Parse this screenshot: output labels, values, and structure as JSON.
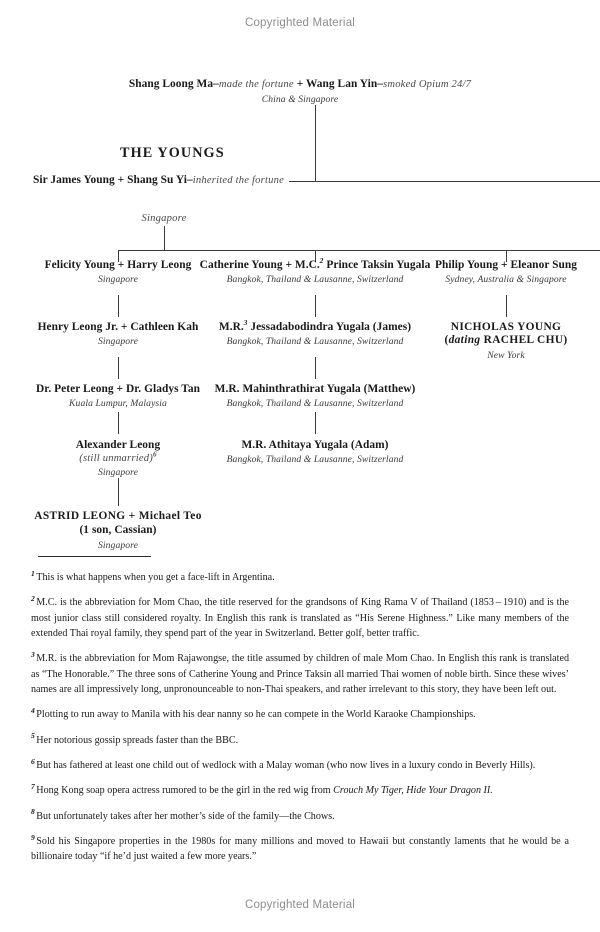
{
  "watermark": {
    "top": "Copyrighted Material",
    "bottom": "Copyrighted Material"
  },
  "chart_title": "THE YOUNGS",
  "tree": {
    "generation_0": {
      "names_part1": "Shang Loong Ma–",
      "names_script1": "made the fortune",
      "names_part2": " + Wang Lan Yin–",
      "names_script2": "smoked Opium 24/7",
      "location": "China & Singapore"
    },
    "generation_1": {
      "names_part1": "Sir James Young + Shang Su Yi–",
      "names_script1": "inherited the fortune",
      "location_label": "Singapore"
    },
    "generation_2": [
      {
        "name": "Felicity Young + Harry Leong",
        "location": "Singapore"
      },
      {
        "name_pre": "Catherine Young + M.C.",
        "footnote": "2",
        "name_post": " Prince Taksin Yugala",
        "location": "Bangkok, Thailand & Lausanne, Switzerland"
      },
      {
        "name": "Philip Young + Eleanor Sung",
        "location": "Sydney, Australia & Singapore"
      }
    ],
    "generation_3": [
      {
        "name": "Henry Leong Jr. + Cathleen Kah",
        "location": "Singapore"
      },
      {
        "name_pre": "M.R.",
        "footnote": "3",
        "name_post": " Jessadabodindra Yugala (James)",
        "location": "Bangkok, Thailand & Lausanne, Switzerland"
      },
      {
        "name_line1": "NICHOLAS YOUNG",
        "name_line2_pre": "(",
        "name_line2_em": "dating",
        "name_line2_post": " RACHEL CHU)",
        "location": "New York"
      }
    ],
    "generation_4": [
      {
        "name": "Dr. Peter Leong + Dr. Gladys Tan",
        "location": "Kuala Lumpur, Malaysia"
      },
      {
        "name": "M.R. Mahinthrathirat Yugala (Matthew)",
        "location": "Bangkok, Thailand & Lausanne, Switzerland"
      }
    ],
    "generation_5": [
      {
        "name": "Alexander Leong",
        "status": "(still unmarried)",
        "status_footnote": "6",
        "location": "Singapore"
      },
      {
        "name": "M.R. Athitaya Yugala (Adam)",
        "location": "Bangkok, Thailand & Lausanne, Switzerland"
      }
    ],
    "generation_6": [
      {
        "name_line1": "ASTRID LEONG + Michael Teo",
        "name_line2": "(1 son, Cassian)",
        "location": "Singapore"
      }
    ]
  },
  "footnotes": [
    {
      "marker": "1",
      "text": "This is what happens when you get a face-lift in Argentina."
    },
    {
      "marker": "2",
      "text": "M.C. is the abbreviation for Mom Chao, the title reserved for the grandsons of King Rama V of Thailand (1853 – 1910) and is the most junior class still considered royalty.  In English this rank is translated as “His Serene Highness.”   Like many members of the extended Thai royal family, they spend part of the year in Switzerland. Better golf, better traffic."
    },
    {
      "marker": "3",
      "text": "M.R. is the abbreviation for Mom Rajawongse, the title assumed by children of male Mom Chao.  In English this rank is translated as “The Honorable.”  The three sons of Catherine Young and Prince Taksin all married Thai women of noble birth.  Since these wives’ names are all impressively long, unpronounceable to non-Thai speakers, and rather irrelevant to this story, they have been left out."
    },
    {
      "marker": "4",
      "text": "Plotting to run away to Manila with his dear nanny so he can compete in the World Karaoke Championships."
    },
    {
      "marker": "5",
      "text": "Her notorious gossip spreads faster than the BBC."
    },
    {
      "marker": "6",
      "text": "But has fathered at least one child out of wedlock with a Malay woman (who now lives in a luxury condo in Beverly Hills)."
    },
    {
      "marker": "7",
      "text_pre": "Hong Kong soap opera actress rumored to be the girl in the red wig from ",
      "text_em": "Crouch My Tiger, Hide Your Dragon II.",
      "text_post": ""
    },
    {
      "marker": "8",
      "text": "But unfortunately takes after her mother’s side of the family—the Chows."
    },
    {
      "marker": "9",
      "text": "Sold his Singapore properties in the 1980s for many millions and moved to Hawaii but constantly laments that he would be a billionaire today “if he’d just waited a few more years.”"
    }
  ]
}
